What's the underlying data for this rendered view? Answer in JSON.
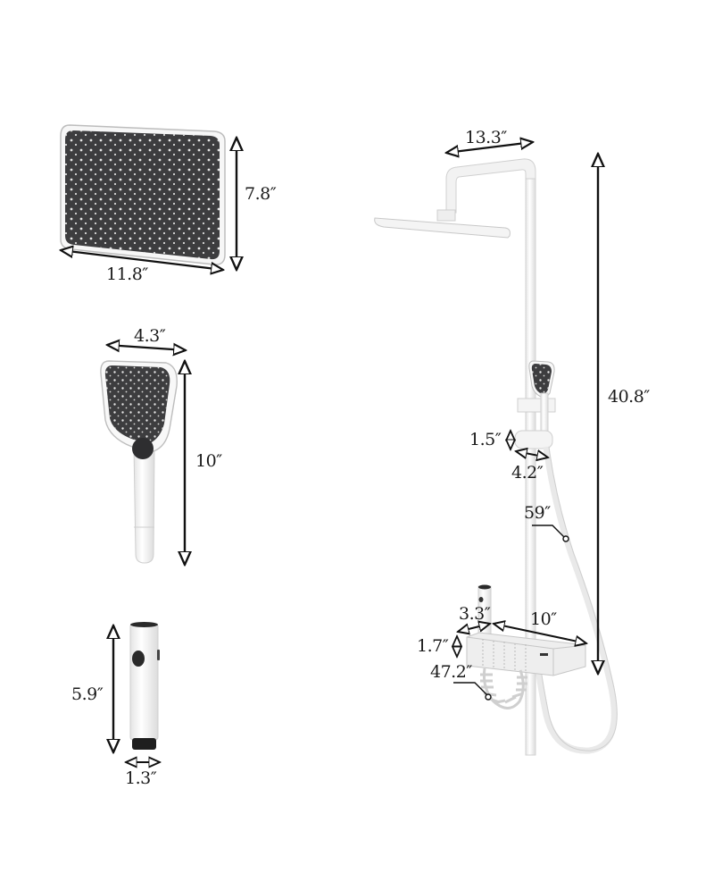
{
  "diagram": {
    "subject": "Shower system dimensions",
    "colors": {
      "background": "#ffffff",
      "fixture_white": "#f3f3f3",
      "fixture_outline": "#c8c8c8",
      "face_dark": "#3d3d3f",
      "nozzle": "#e6e6e6",
      "arrow": "#111111",
      "text": "#1a1a1a"
    },
    "components": [
      {
        "id": "rain-shower-head",
        "label": "Rain shower head",
        "width": "11.8″",
        "height": "7.8″"
      },
      {
        "id": "hand-shower",
        "label": "Hand shower",
        "width": "4.3″",
        "length": "10″"
      },
      {
        "id": "bidet-sprayer",
        "label": "Handheld sprayer",
        "length": "5.9″",
        "diameter": "1.3″"
      },
      {
        "id": "shower-column",
        "label": "Shower column assembly",
        "arm_reach": "13.3″",
        "total_height": "40.8″"
      },
      {
        "id": "slide-bracket",
        "label": "Slide bar holder",
        "height": "1.5″",
        "depth": "4.2″"
      },
      {
        "id": "shower-hose",
        "label": "Hand shower hose",
        "length": "59″"
      },
      {
        "id": "thermostatic-shelf",
        "label": "Control shelf",
        "depth": "3.3″",
        "width": "10″",
        "height": "1.7″"
      },
      {
        "id": "spring-hose",
        "label": "Spring hose",
        "length": "47.2″"
      }
    ],
    "labels": {
      "head_width": "11.8″",
      "head_height": "7.8″",
      "hand_width": "4.3″",
      "hand_length": "10″",
      "sprayer_length": "5.9″",
      "sprayer_diameter": "1.3″",
      "arm_reach": "13.3″",
      "total_height": "40.8″",
      "bracket_height": "1.5″",
      "bracket_depth": "4.2″",
      "hose_length": "59″",
      "shelf_depth": "3.3″",
      "shelf_width": "10″",
      "shelf_height": "1.7″",
      "spring_hose_length": "47.2″"
    }
  }
}
